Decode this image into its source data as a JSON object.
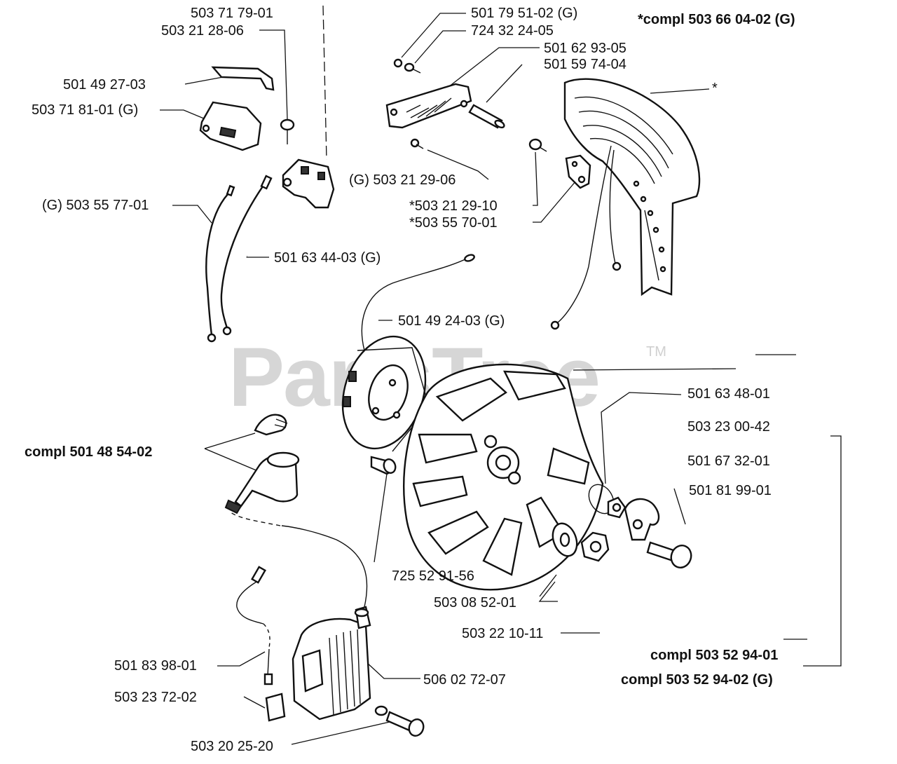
{
  "watermark": {
    "text": "PartsTree",
    "tm": "TM"
  },
  "labels": {
    "l503717901": "503 71 79-01",
    "l503212806": "503 21 28-06",
    "l501492703": "501 49 27-03",
    "l503718101": "503 71 81-01 (G)",
    "l503557701": "(G) 503 55 77-01",
    "l501634403": "501 63 44-03 (G)",
    "l501795102": "501 79 51-02 (G)",
    "l724322405": "724 32 24-05",
    "l501629305": "501 62 93-05",
    "l501597404": "501 59 74-04",
    "lcompl503660402": "*compl 503 66 04-02 (G)",
    "lstar": "*",
    "l503212906": "(G) 503 21 29-06",
    "l503212910": "*503 21 29-10",
    "l503557001": "*503 55 70-01",
    "l501492403": "501 49 24-03 (G)",
    "l501634801": "501 63 48-01",
    "l503230042": "503 23 00-42",
    "l501673201": "501 67 32-01",
    "l501819901": "501 81 99-01",
    "lcompl501485402": "compl 501 48 54-02",
    "l725529156": "725 52 91-56",
    "l503085201": "503 08 52-01",
    "l503221011": "503 22 10-11",
    "lcompl503529401": "compl 503 52 94-01",
    "lcompl503529402": "compl 503 52 94-02 (G)",
    "l501839801": "501 83 98-01",
    "l506027207": "506 02 72-07",
    "l503237202": "503 23 72-02",
    "l503202520": "503 20 25-20"
  }
}
